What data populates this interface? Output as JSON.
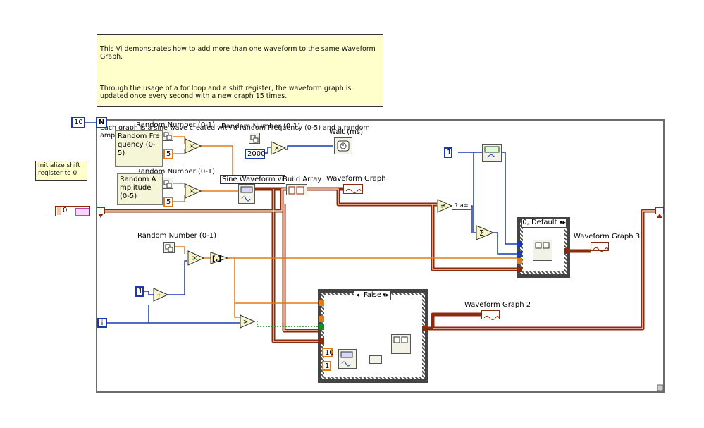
{
  "description_note": {
    "paragraph1": "This Vi demonstrates how to add more than one waveform to the same Waveform Graph.",
    "paragraph2": "Through the usage of a for loop and a shift register, the waveform graph is updated once every second with a new graph 15 times.",
    "paragraph3": "Each graph is a sine wave created with a random Frequency (0-5) and a random amplitude (0-5)."
  },
  "init_note": "Initialize shift register to 0",
  "loop_count": {
    "n_label": "N",
    "value": "10"
  },
  "init_constant": "0",
  "labels": {
    "random_number_1": "Random Number (0-1)",
    "random_number_2": "Random Number (0-1)",
    "random_number_3": "Random Number (0-1)",
    "random_number_4": "Random Number (0-1)",
    "random_frequency": "Random Frequency (0-5)",
    "random_amplitude": "Random Amplitude (0-5)",
    "wait": "Wait (ms)",
    "sine_waveform": "Sine Waveform.vi",
    "build_array": "Build Array",
    "waveform_graph": "Waveform Graph",
    "waveform_graph_2": "Waveform Graph 2",
    "waveform_graph_3": "Waveform Graph 3"
  },
  "constants": {
    "freq_mult": "5",
    "amp_mult": "5",
    "wait_ms": "2000",
    "one_a": "1",
    "one_b": "1",
    "one_c": "1",
    "ten": "10"
  },
  "iteration_label": "i",
  "case_false": "False",
  "case_default": "0, Default",
  "colors": {
    "wire_orange": "#e07a1a",
    "wire_blue": "#1b3aad",
    "wire_cluster": "#8a2b0d",
    "note_bg": "#ffffcc",
    "wire_green": "#1a8a1a"
  }
}
